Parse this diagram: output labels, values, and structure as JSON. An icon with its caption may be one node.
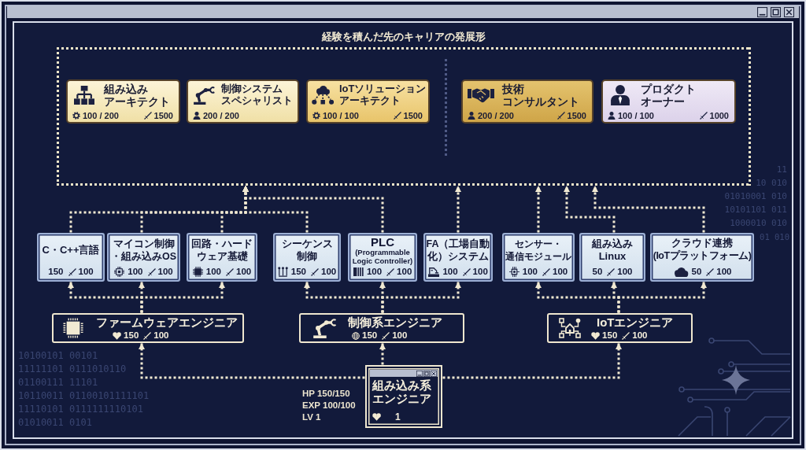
{
  "diagram": {
    "nodes": [
      {
        "text": [
          "経験を積んだ先のキャリアの発展形"
        ]
      },
      {
        "text": [
          "組み込みアーキテクト",
          "100 / 200",
          "1500"
        ],
        "in": 0
      },
      {
        "text": [
          "制御システムスペシャリスト",
          "200 / 200"
        ],
        "in": 0
      },
      {
        "text": [
          "IoTソリューションアーキテクト",
          "100 / 100",
          "1500"
        ],
        "in": 0
      },
      {
        "text": [
          "技術コンサルタント",
          "200 / 200",
          "1500"
        ],
        "in": 0
      },
      {
        "text": [
          "プロダクトオーナー",
          "100 / 100",
          "1000"
        ],
        "in": 0
      },
      {
        "text": [
          "C・C++言語",
          "150",
          "100"
        ]
      },
      {
        "text": [
          "マイコン制御・組み込みOS",
          "100",
          "100"
        ]
      },
      {
        "text": [
          "回路・ハードウェア基礎",
          "100",
          "100"
        ]
      },
      {
        "text": [
          "シーケンス制御",
          "150",
          "100"
        ]
      },
      {
        "text": [
          "PLC",
          "(Programmable Logic Controller)",
          "100",
          "100"
        ]
      },
      {
        "text": [
          "FA（工場自動化）システム",
          "100",
          "100"
        ]
      },
      {
        "text": [
          "センサー・通信モジュール",
          "100",
          "100"
        ]
      },
      {
        "text": [
          "組み込みLinux",
          "50",
          "100"
        ]
      },
      {
        "text": [
          "クラウド連携",
          "(IoTプラットフォーム)",
          "50",
          "100"
        ]
      },
      {
        "text": [
          "ファームウェアエンジニア",
          "150",
          "100"
        ]
      },
      {
        "text": [
          "制御系エンジニア",
          "150",
          "100"
        ]
      },
      {
        "text": [
          "IoTエンジニア",
          "150",
          "100"
        ]
      },
      {
        "text": [
          "組み込み系エンジニア",
          "1"
        ],
        "beside": [
          "HP 150/150",
          "EXP 100/100",
          "LV 1"
        ]
      }
    ],
    "edges": [
      {
        "from": 18,
        "to": 15,
        "arrow": "to"
      },
      {
        "from": 18,
        "to": 16,
        "arrow": "to"
      },
      {
        "from": 18,
        "to": 17,
        "arrow": "to"
      },
      {
        "from": 15,
        "to": 6,
        "arrow": "to"
      },
      {
        "from": 15,
        "to": 7,
        "arrow": "to"
      },
      {
        "from": 15,
        "to": 8,
        "arrow": "to"
      },
      {
        "from": 16,
        "to": 9,
        "arrow": "to"
      },
      {
        "from": 16,
        "to": 10,
        "arrow": "to"
      },
      {
        "from": 16,
        "to": 11,
        "arrow": "to"
      },
      {
        "from": 17,
        "to": 12,
        "arrow": "to"
      },
      {
        "from": 17,
        "to": 13,
        "arrow": "to"
      },
      {
        "from": 17,
        "to": 14,
        "arrow": "to"
      },
      {
        "from": 6,
        "to": 0,
        "arrow": "to"
      },
      {
        "from": 7,
        "to": 0,
        "arrow": "to"
      },
      {
        "from": 8,
        "to": 0,
        "arrow": "to"
      },
      {
        "from": 9,
        "to": 0,
        "arrow": "to"
      },
      {
        "from": 10,
        "to": 0,
        "arrow": "to"
      },
      {
        "from": 11,
        "to": 0,
        "arrow": "to"
      },
      {
        "from": 12,
        "to": 0,
        "arrow": "to"
      },
      {
        "from": 13,
        "to": 0,
        "arrow": "to"
      },
      {
        "from": 14,
        "to": 0,
        "arrow": "to"
      }
    ],
    "labels": [
      "11",
      "10 010",
      "01010001 010",
      "10101101 011",
      "1000010 010",
      "01 010",
      "10100101 00101",
      "11111101 0111010110",
      "01100111 11101",
      "10110011 01100101111101",
      "11110101 0111111110101",
      "01010011 0101"
    ]
  }
}
